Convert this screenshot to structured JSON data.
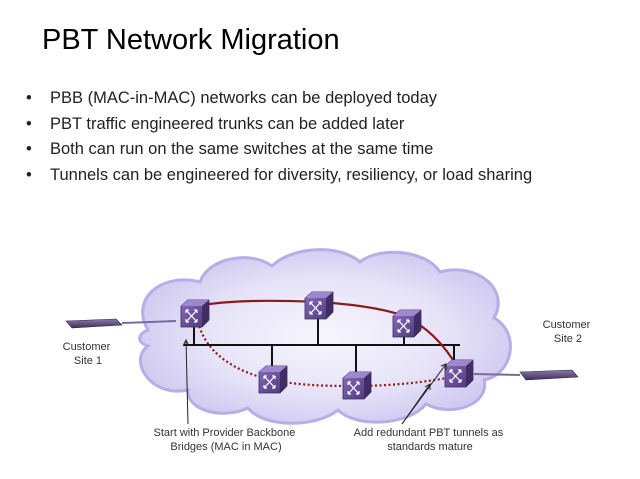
{
  "slide": {
    "title": "PBT Network Migration",
    "bullets": [
      "PBB (MAC-in-MAC) networks can be deployed today",
      "PBT traffic engineered trunks can be added later",
      "Both can run on the same switches at the same time",
      "Tunnels can be engineered for diversity, resiliency, or load sharing"
    ]
  },
  "diagram": {
    "site1": {
      "line1": "Customer",
      "line2": "Site 1"
    },
    "site2": {
      "line1": "Customer",
      "line2": "Site 2"
    },
    "note_left": {
      "line1": "Start with Provider Backbone",
      "line2": "Bridges (MAC in MAC)"
    },
    "note_right": {
      "line1": "Add redundant PBT tunnels as",
      "line2": "standards mature"
    },
    "colors": {
      "cloud_fill": "#dcd8f4",
      "cloud_edge": "#b9b2e6",
      "switch": "#6a4f9a",
      "backbone": "#111111",
      "tunnel": "#8b1b1b",
      "access_bar": "#5a4a7a"
    },
    "icons": [
      "switch-icon",
      "customer-router-icon"
    ]
  }
}
